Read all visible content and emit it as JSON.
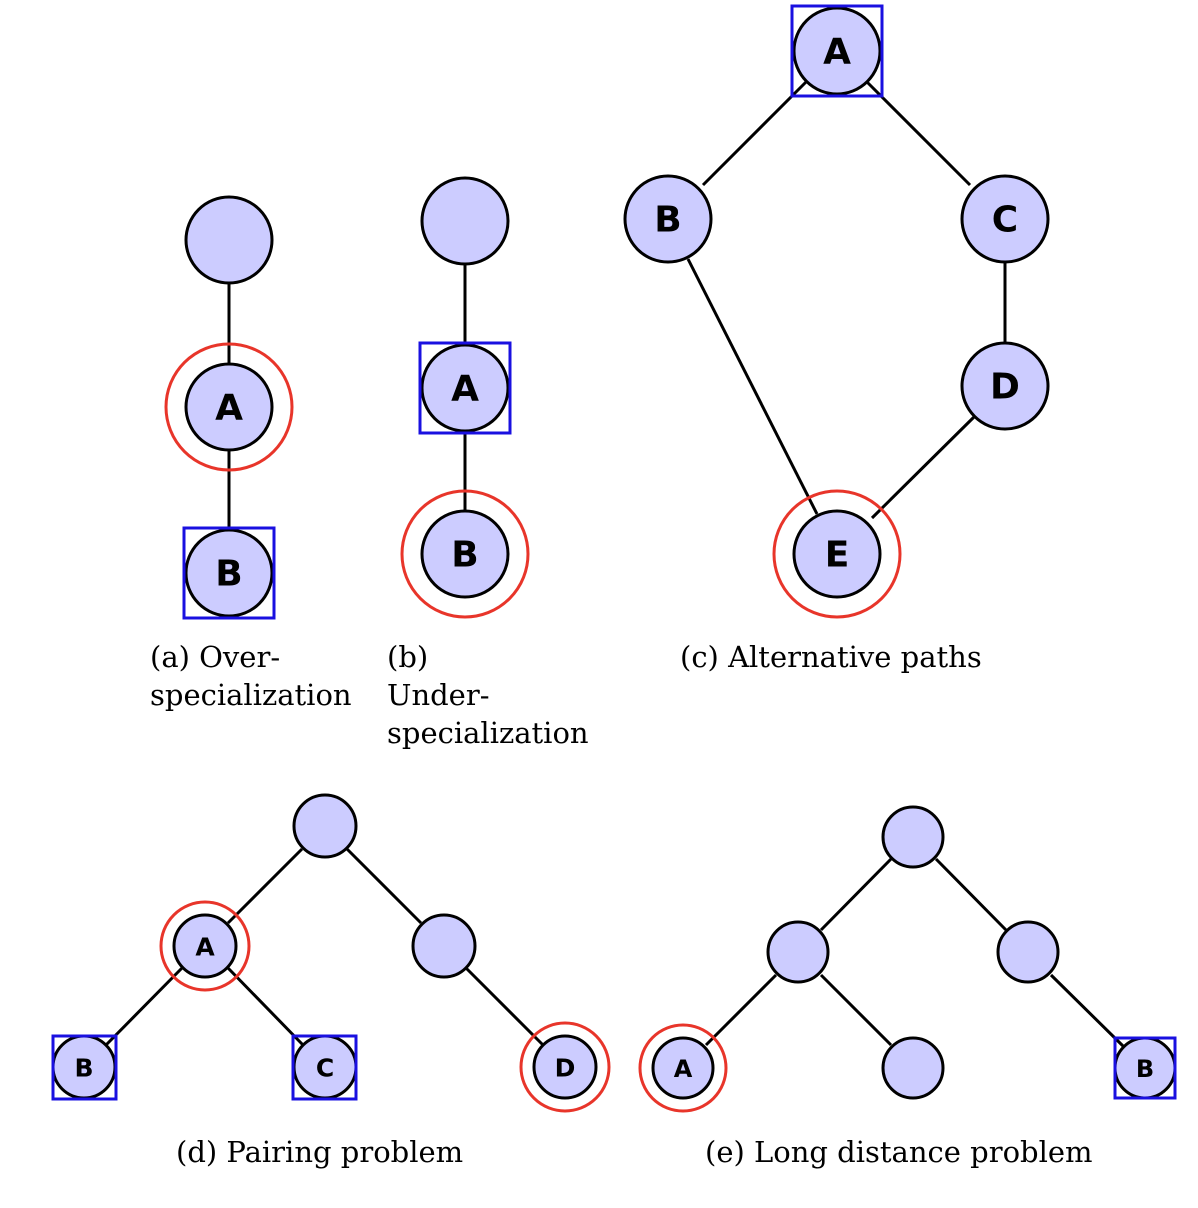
{
  "colors": {
    "node_fill": "#ccccff",
    "ring": "#e8352a",
    "box": "#1a10e0"
  },
  "panels": {
    "a": {
      "caption_line1": "(a)  Over-",
      "caption_line2": "specialization",
      "labels": {
        "A": "A",
        "B": "B"
      }
    },
    "b": {
      "caption_line1": "(b)",
      "caption_line2": "Under-",
      "caption_line3": "specialization",
      "labels": {
        "A": "A",
        "B": "B"
      }
    },
    "c": {
      "caption": "(c)  Alternative paths",
      "labels": {
        "A": "A",
        "B": "B",
        "C": "C",
        "D": "D",
        "E": "E"
      }
    },
    "d": {
      "caption": "(d)  Pairing problem",
      "labels": {
        "A": "A",
        "B": "B",
        "C": "C",
        "D": "D"
      }
    },
    "e": {
      "caption": "(e)  Long distance problem",
      "labels": {
        "A": "A",
        "B": "B"
      }
    }
  }
}
